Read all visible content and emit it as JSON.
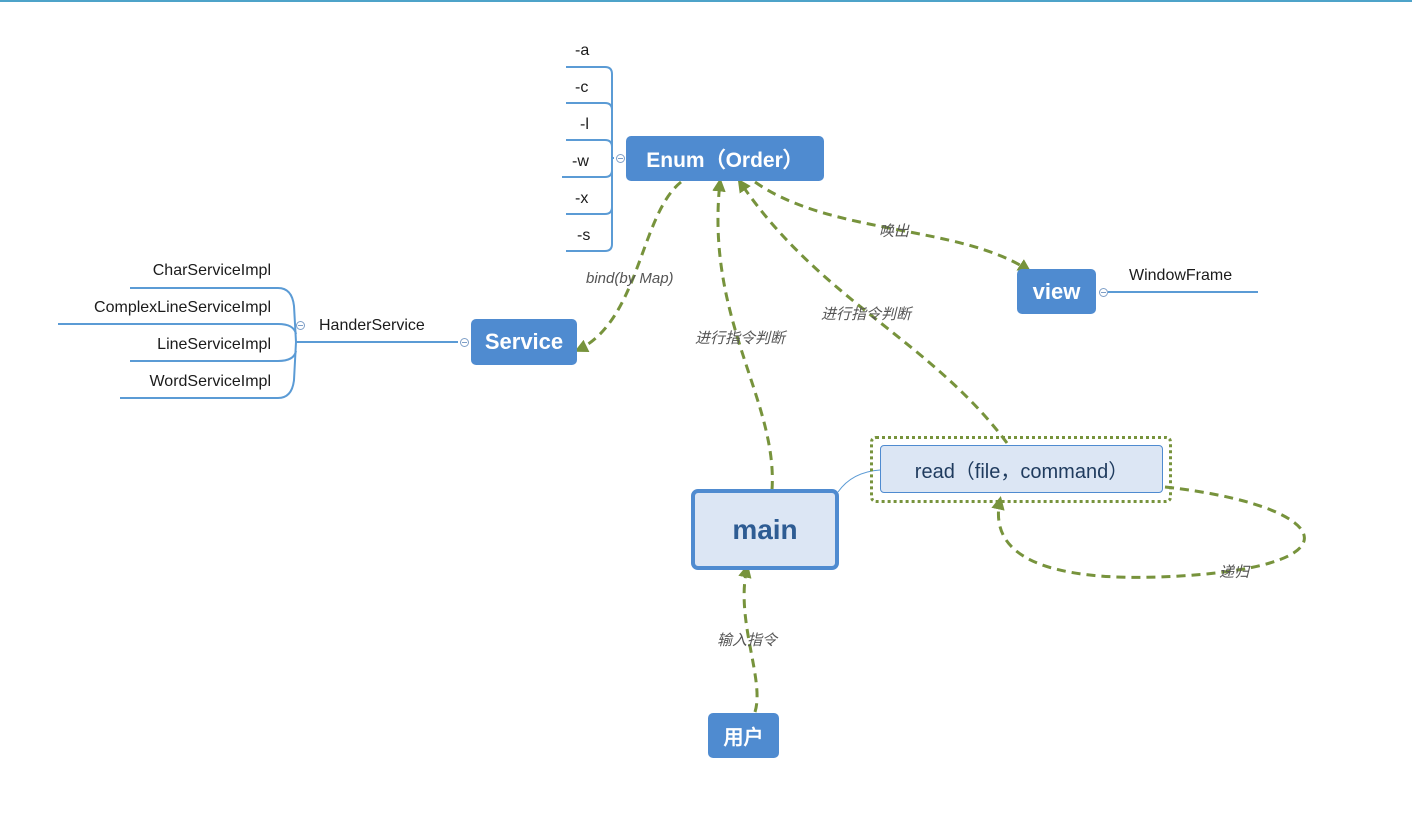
{
  "nodes": {
    "enum": "Enum（Order）",
    "service": "Service",
    "view": "view",
    "main": "main",
    "user": "用户",
    "read": "read（file，command）"
  },
  "enum_children": [
    "-a",
    "-c",
    "-l",
    "-w",
    "-x",
    "-s"
  ],
  "service_child": "HanderService",
  "hander_children": [
    "CharServiceImpl",
    "ComplexLineServiceImpl",
    "LineServiceImpl",
    "WordServiceImpl"
  ],
  "view_child": "WindowFrame",
  "relations": {
    "bind": "bind(by Map)",
    "judge_main": "进行指令判断",
    "judge_read": "进行指令判断",
    "call_out": "唤出",
    "input": "输入指令",
    "recursion": "递归"
  },
  "colors": {
    "node_fill": "#4f8bd0",
    "main_fill": "#dce6f4",
    "relation_line": "#77933c",
    "branch_line": "#5b9bd5"
  }
}
